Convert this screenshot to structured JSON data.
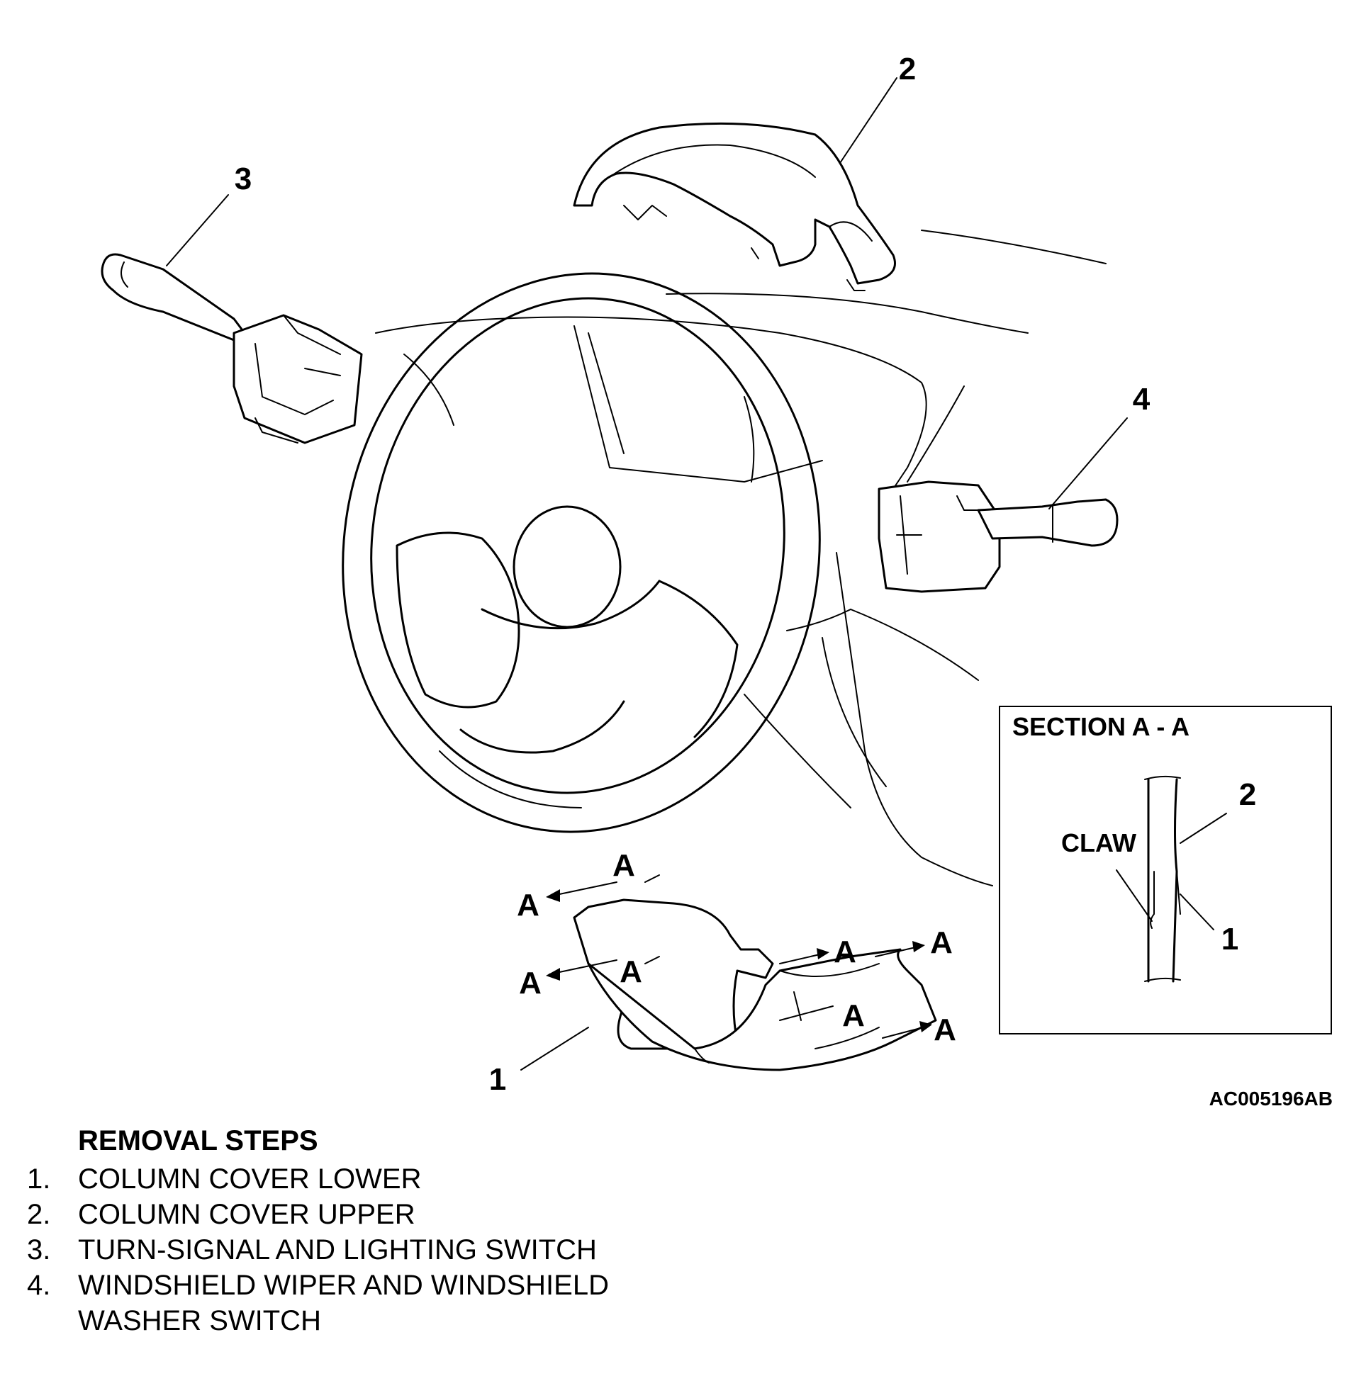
{
  "callouts": {
    "one": "1",
    "two": "2",
    "three": "3",
    "four": "4",
    "section_a": "A"
  },
  "section_view": {
    "title": "SECTION A - A",
    "claw_label": "CLAW",
    "part_2": "2",
    "part_1": "1"
  },
  "figure_code": "AC005196AB",
  "removal": {
    "heading": "REMOVAL STEPS",
    "steps": [
      {
        "num": "1.",
        "text": "COLUMN COVER LOWER"
      },
      {
        "num": "2.",
        "text": "COLUMN COVER UPPER"
      },
      {
        "num": "3.",
        "text": "TURN-SIGNAL AND LIGHTING SWITCH"
      },
      {
        "num": "4.",
        "text": "WINDSHIELD WIPER AND WINDSHIELD WASHER SWITCH"
      }
    ]
  }
}
